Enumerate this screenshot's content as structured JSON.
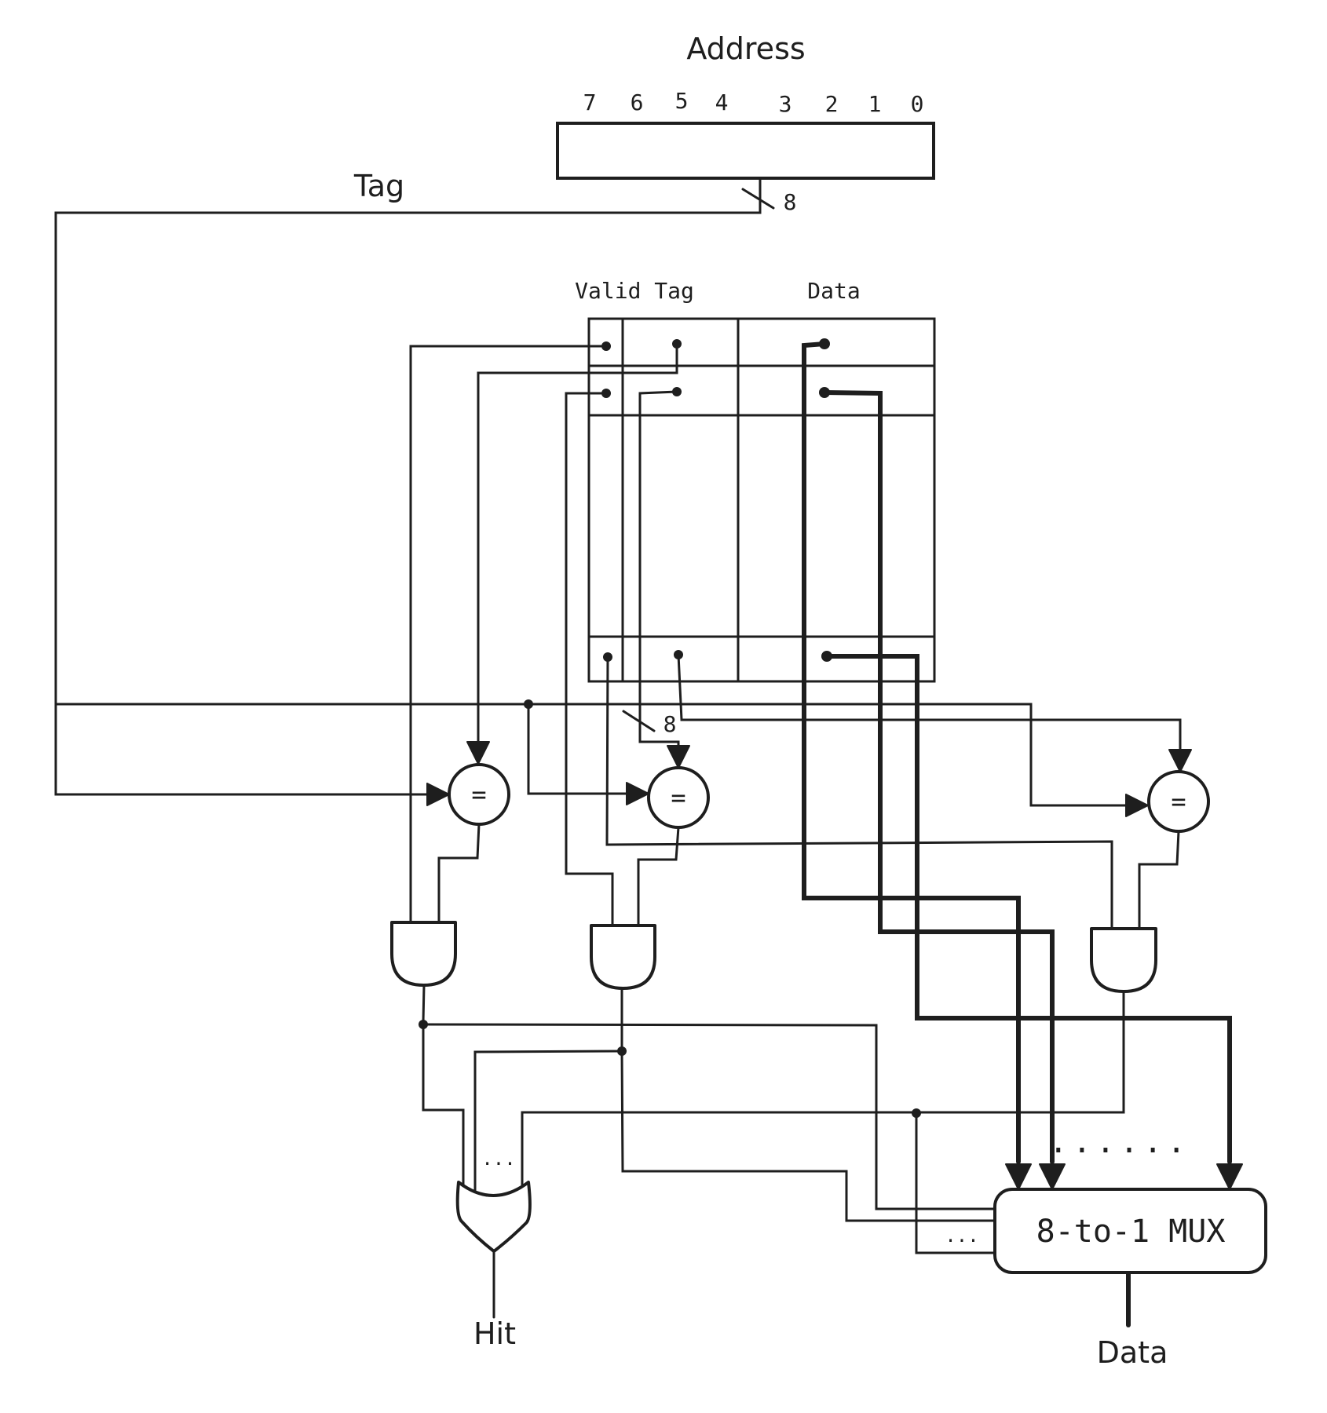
{
  "address": {
    "title": "Address",
    "bits": [
      "7",
      "6",
      "5",
      "4",
      "3",
      "2",
      "1",
      "0"
    ],
    "bus_width": "8"
  },
  "tag_label": "Tag",
  "cache_table": {
    "headers": {
      "valid_tag": "Valid Tag",
      "data": "Data"
    }
  },
  "tag_bus_width": "8",
  "comparators": [
    {
      "symbol": "="
    },
    {
      "symbol": "="
    },
    {
      "symbol": "="
    }
  ],
  "or_gate": {
    "ellipsis": "..."
  },
  "mux": {
    "label": "8-to-1 MUX",
    "select_ellipsis": "...",
    "input_ellipsis": "......"
  },
  "outputs": {
    "hit": "Hit",
    "data": "Data"
  }
}
